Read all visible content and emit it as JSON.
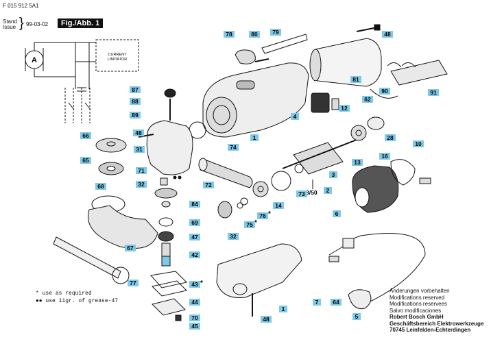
{
  "header": {
    "part_number": "F 015 912 5A1",
    "stand": "Stand",
    "issue": "Issue",
    "date": "99-03-02",
    "figure": "Fig./Abb. 1"
  },
  "schematic": {
    "motor_label": "A",
    "limiter_line1": "CURRENT",
    "limiter_line2": "LIMITATOR"
  },
  "notes": {
    "required_symbol": "*",
    "required_text": "use as required",
    "grease_symbol": "●●",
    "grease_text": "use 11gr. of grease-47"
  },
  "footer": {
    "line1": "Änderungen vorbehalten",
    "line2": "Modifications reserved",
    "line3": "Modifications reservees",
    "line4": "Salvo modificaciones",
    "company": "Robert Bosch GmbH",
    "division": "Geschäftsbereich Elektrowerkzeuge",
    "address": "70745 Leinfelden-Echterdingen"
  },
  "callouts": [
    {
      "id": "c78",
      "text": "78"
    },
    {
      "id": "c80",
      "text": "80"
    },
    {
      "id": "c79",
      "text": "79"
    },
    {
      "id": "c48a",
      "text": "48"
    },
    {
      "id": "c81",
      "text": "81"
    },
    {
      "id": "c87",
      "text": "87"
    },
    {
      "id": "c88",
      "text": "88"
    },
    {
      "id": "c89",
      "text": "89"
    },
    {
      "id": "c4",
      "text": "4"
    },
    {
      "id": "c12",
      "text": "12"
    },
    {
      "id": "c90",
      "text": "90"
    },
    {
      "id": "c62",
      "text": "62"
    },
    {
      "id": "c91",
      "text": "91"
    },
    {
      "id": "c66",
      "text": "66"
    },
    {
      "id": "c48b",
      "text": "48"
    },
    {
      "id": "c1a",
      "text": "1"
    },
    {
      "id": "c74",
      "text": "74"
    },
    {
      "id": "c28",
      "text": "28"
    },
    {
      "id": "c10",
      "text": "10"
    },
    {
      "id": "c31",
      "text": "31"
    },
    {
      "id": "c65",
      "text": "65"
    },
    {
      "id": "c13",
      "text": "13"
    },
    {
      "id": "c16",
      "text": "16"
    },
    {
      "id": "c71",
      "text": "71"
    },
    {
      "id": "c3",
      "text": "3"
    },
    {
      "id": "c32a",
      "text": "32"
    },
    {
      "id": "c72",
      "text": "72"
    },
    {
      "id": "c73",
      "text": "73"
    },
    {
      "id": "c2",
      "text": "2"
    },
    {
      "id": "c68",
      "text": "68"
    },
    {
      "id": "c84",
      "text": "84"
    },
    {
      "id": "c14",
      "text": "14"
    },
    {
      "id": "c69",
      "text": "69"
    },
    {
      "id": "c76",
      "text": "76"
    },
    {
      "id": "c75",
      "text": "75"
    },
    {
      "id": "c67",
      "text": "67"
    },
    {
      "id": "c47",
      "text": "47"
    },
    {
      "id": "c32b",
      "text": "32"
    },
    {
      "id": "c6",
      "text": "6"
    },
    {
      "id": "c42",
      "text": "42"
    },
    {
      "id": "c43",
      "text": "43"
    },
    {
      "id": "c77",
      "text": "77"
    },
    {
      "id": "c1b",
      "text": "1"
    },
    {
      "id": "c44",
      "text": "44"
    },
    {
      "id": "c7",
      "text": "7"
    },
    {
      "id": "c64",
      "text": "64"
    },
    {
      "id": "c70",
      "text": "70"
    },
    {
      "id": "c45",
      "text": "45"
    },
    {
      "id": "c48c",
      "text": "48"
    },
    {
      "id": "c5",
      "text": "5"
    }
  ],
  "marks": {
    "asterisk": "*",
    "brace": "}",
    "tick_label": "3/50"
  }
}
